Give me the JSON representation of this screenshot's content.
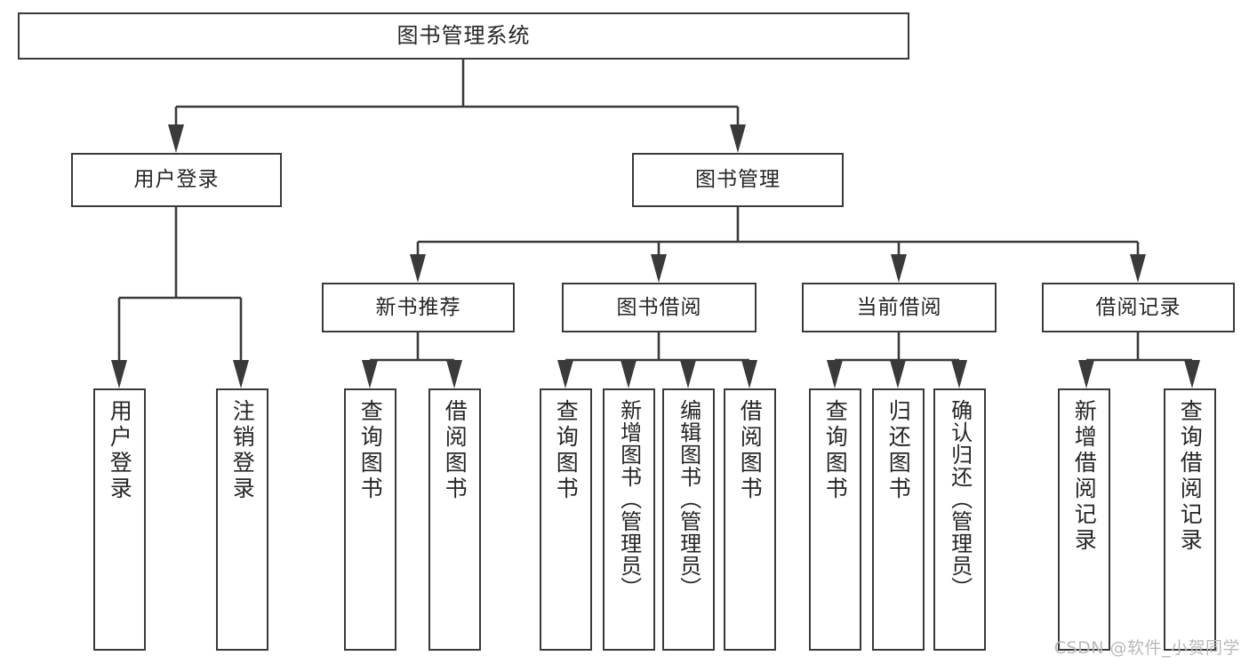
{
  "diagram": {
    "title": "图书管理系统",
    "type": "tree",
    "root": {
      "id": "root",
      "label": "图书管理系统"
    },
    "level2": [
      {
        "id": "login",
        "label": "用户登录"
      },
      {
        "id": "bookmgr",
        "label": "图书管理"
      }
    ],
    "level3": [
      {
        "id": "newbook",
        "label": "新书推荐",
        "parent": "bookmgr"
      },
      {
        "id": "borrow",
        "label": "图书借阅",
        "parent": "bookmgr"
      },
      {
        "id": "current",
        "label": "当前借阅",
        "parent": "bookmgr"
      },
      {
        "id": "record",
        "label": "借阅记录",
        "parent": "bookmgr"
      }
    ],
    "leaves": [
      {
        "id": "l1",
        "label": "用户登录",
        "parent": "login"
      },
      {
        "id": "l2",
        "label": "注销登录",
        "parent": "login"
      },
      {
        "id": "l3",
        "label": "查询图书",
        "parent": "newbook"
      },
      {
        "id": "l4",
        "label": "借阅图书",
        "parent": "newbook"
      },
      {
        "id": "l5",
        "label": "查询图书",
        "parent": "borrow"
      },
      {
        "id": "l6",
        "label": "新增图书（管理员）",
        "parent": "borrow"
      },
      {
        "id": "l7",
        "label": "编辑图书（管理员）",
        "parent": "borrow"
      },
      {
        "id": "l8",
        "label": "借阅图书",
        "parent": "borrow"
      },
      {
        "id": "l9",
        "label": "查询图书",
        "parent": "current"
      },
      {
        "id": "l10",
        "label": "归还图书",
        "parent": "current"
      },
      {
        "id": "l11",
        "label": "确认归还（管理员）",
        "parent": "current"
      },
      {
        "id": "l12",
        "label": "新增借阅记录",
        "parent": "record"
      },
      {
        "id": "l13",
        "label": "查询借阅记录",
        "parent": "record"
      }
    ],
    "colors": {
      "box_border": "#3a3a3a",
      "box_fill": "#ffffff",
      "text": "#262626",
      "connector": "#3a3a3a",
      "watermark": "#b9b9b9",
      "background": "#ffffff"
    }
  },
  "watermark": {
    "text": "CSDN @软件_小贺同学"
  }
}
